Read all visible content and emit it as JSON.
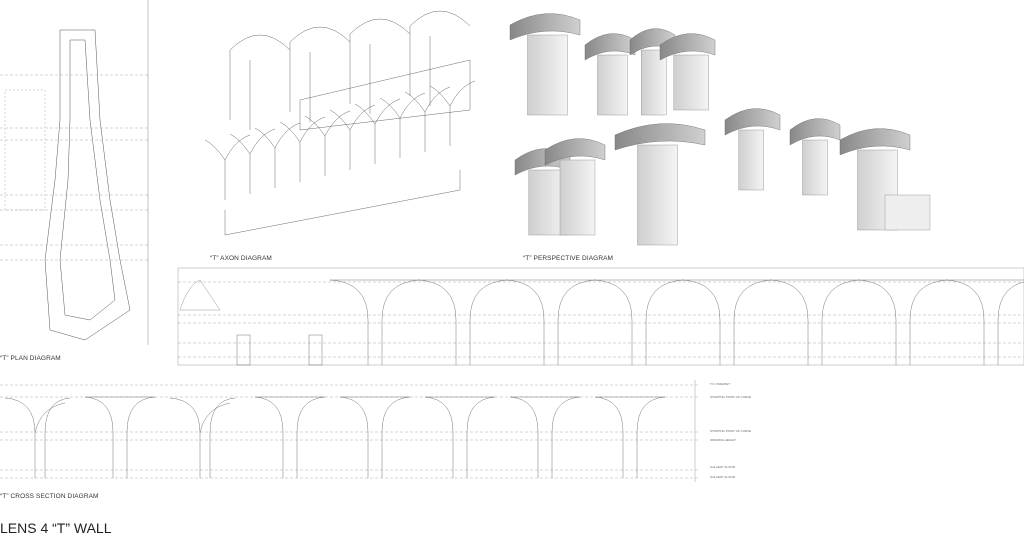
{
  "sheet_title": "LENS 4 “T” WALL",
  "diagrams": {
    "plan": "“T” PLAN DIAGRAM",
    "axon": "“T” AXON DIAGRAM",
    "perspective": "“T” PERSPECTIVE DIAGRAM",
    "cross_section": "“T” CROSS SECTION DIAGRAM"
  },
  "section_labels": {
    "parapet": "T.O. PARAPET",
    "curve_start_1": "STARTING POINT OF CURVE",
    "curve_start_2": "STARTING POINT OF CURVE",
    "opening": "OPENING HEIGHT",
    "floor_1": "GALLERY FLOOR",
    "floor_2": "GALLERY FLOOR"
  }
}
